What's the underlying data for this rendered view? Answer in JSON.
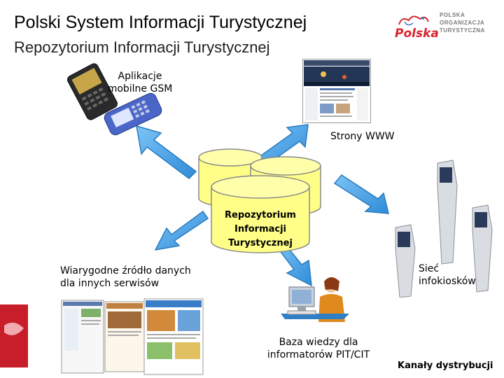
{
  "header": {
    "title": "Polski System Informacji Turystycznej",
    "subtitle": "Repozytorium Informacji Turystycznej"
  },
  "logo": {
    "wordmark": "Polska",
    "org_name": "POLSKA\nORGANIZACJA\nTURYSTYCZNA"
  },
  "nodes": {
    "mobile": "Aplikacje mobilne GSM",
    "www": "Strony WWW",
    "repository": "Repozytorium Informacji Turystycznej",
    "reliable_source": "Wiarygodne źródło danych dla innych serwisów",
    "kiosks": "Sieć infokiosków",
    "knowledge_base": "Baza wiedzy dla informatorów PIT/CIT"
  },
  "footer": {
    "channels": "Kanały dystrybucji"
  },
  "colors": {
    "arrow_fill": "#3d9be0",
    "arrow_stroke": "#2a7cc0",
    "database_fill": "#ffff88",
    "database_stroke": "#8a8a8a",
    "logo_red": "#d8242e"
  }
}
